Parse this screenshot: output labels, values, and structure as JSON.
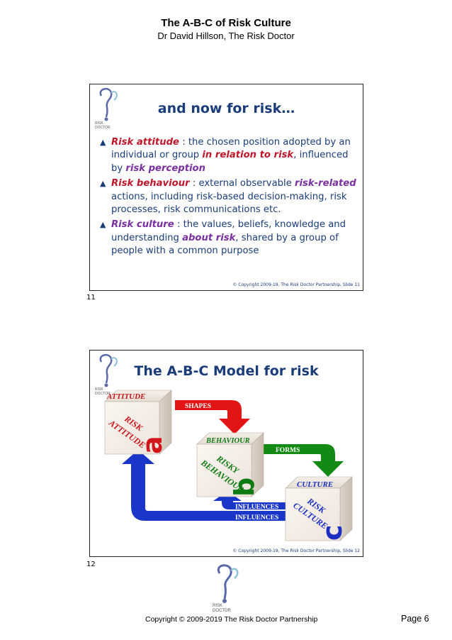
{
  "header": {
    "title": "The A-B-C of Risk Culture",
    "subtitle": "Dr David Hillson, The Risk Doctor"
  },
  "logo": {
    "text_line1": "RISK",
    "text_line2": "DOCTOR"
  },
  "slide1": {
    "number": "11",
    "title": "and now for risk…",
    "bullets": [
      {
        "term": "Risk attitude",
        "a": " : the chosen position adopted by an individual or group ",
        "em1": "in relation to risk",
        "b": ", influenced by ",
        "em2": "risk perception",
        "c": ""
      },
      {
        "term": "Risk behaviour",
        "a": " : external observable ",
        "em1": "risk-related",
        "b": " actions, including risk-based decision-making, risk processes, risk communications etc.",
        "em2": "",
        "c": ""
      },
      {
        "term": "Risk culture",
        "a": " : the values, beliefs, knowledge and understanding ",
        "em1": "about risk",
        "b": ", shared by a group of people with a common purpose",
        "em2": "",
        "c": ""
      }
    ],
    "copyright": "© Copyright 2009-19, The Risk Doctor Partnership, Slide 11"
  },
  "slide2": {
    "number": "12",
    "title": "The A-B-C Model for risk",
    "cube_a": {
      "label": "ATTITUDE",
      "face_line1": "RISK",
      "face_line2": "ATTITUDE",
      "letter": "a",
      "color": "#d4151c"
    },
    "cube_b": {
      "label": "BEHAVIOUR",
      "face_line1": "RISKY",
      "face_line2": "BEHAVIOUR",
      "letter": "b",
      "color": "#0e7a12"
    },
    "cube_c": {
      "label": "CULTURE",
      "face_line1": "RISK",
      "face_line2": "CULTURE",
      "letter": "c",
      "color": "#1a2fc2"
    },
    "arrow_shapes": "SHAPES",
    "arrow_forms": "FORMS",
    "arrow_influences_1": "INFLUENCES",
    "arrow_influences_2": "INFLUENCES",
    "copyright": "© Copyright 2009-19, The Risk Doctor Partnership, Slide 12"
  },
  "footer": {
    "copyright": "Copyright © 2009-2019 The Risk Doctor Partnership",
    "page": "Page 6"
  },
  "colors": {
    "title_blue": "#1a3d7a",
    "red": "#c0152a",
    "green": "#0f7a1f",
    "purple": "#7a2fa0"
  }
}
